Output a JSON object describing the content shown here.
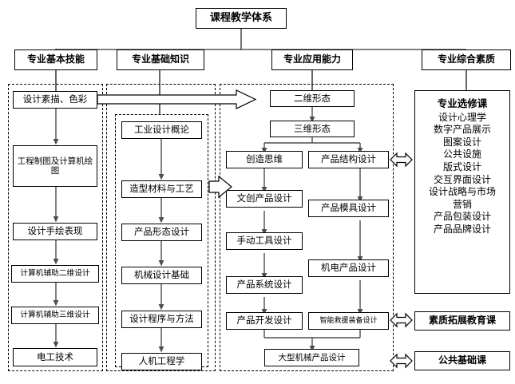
{
  "diagram": {
    "title": "课程教学体系",
    "type": "hierarchical-flowchart",
    "root": {
      "label": "课程教学体系"
    },
    "columns": [
      {
        "id": "col-basic-skills",
        "header": "专业基本技能",
        "nodes": [
          "设计素描、色彩",
          "工程制图及计算机绘图",
          "设计手绘表现",
          "计算机辅助二维设计",
          "计算机辅助三维设计",
          "电工技术"
        ]
      },
      {
        "id": "col-basic-knowledge",
        "header": "专业基础知识",
        "nodes": [
          "工业设计概论",
          "造型材料与工艺",
          "产品形态设计",
          "机械设计基础",
          "设计程序与方法",
          "人机工程学"
        ]
      },
      {
        "id": "col-applied-ability",
        "header": "专业应用能力",
        "nodes": [
          "二维形态",
          "三维形态",
          "创造思维",
          "产品结构设计",
          "文创产品设计",
          "产品模具设计",
          "手动工具设计",
          "机电产品设计",
          "产品系统设计",
          "产品开发设计",
          "智能救援装备设计",
          "大型机械产品设计"
        ]
      },
      {
        "id": "col-comprehensive-quality",
        "header": "专业综合素质",
        "elective_panel": {
          "title": "专业选修课",
          "items": [
            "设计心理学",
            "数字产品展示",
            "图案设计",
            "公共设施",
            "版式设计",
            "交互界面设计",
            "设计战略与市场",
            "营销",
            "产品包装设计",
            "产品品牌设计"
          ]
        },
        "extra_boxes": [
          "素质拓展教育课",
          "公共基础课"
        ]
      }
    ],
    "connectors": {
      "block_arrow_main": {
        "from": "设计素描、色彩",
        "to": "二维形态",
        "style": "hollow-block-arrow-right"
      },
      "block_arrow_small": {
        "from": "造型材料与工艺",
        "to": "文创产品设计",
        "style": "hollow-block-arrow-right"
      },
      "double_arrows": [
        {
          "between": [
            "产品结构设计",
            "专业选修课"
          ],
          "style": "hollow-double-arrow"
        },
        {
          "between": [
            "智能救援装备设计",
            "素质拓展教育课"
          ],
          "style": "hollow-double-arrow"
        },
        {
          "between": [
            "大型机械产品设计",
            "公共基础课"
          ],
          "style": "hollow-double-arrow"
        }
      ]
    },
    "colors": {
      "line": "#000000",
      "arrow_fill": "#7f7f7f",
      "background": "#ffffff",
      "box_border": "#000000"
    }
  }
}
